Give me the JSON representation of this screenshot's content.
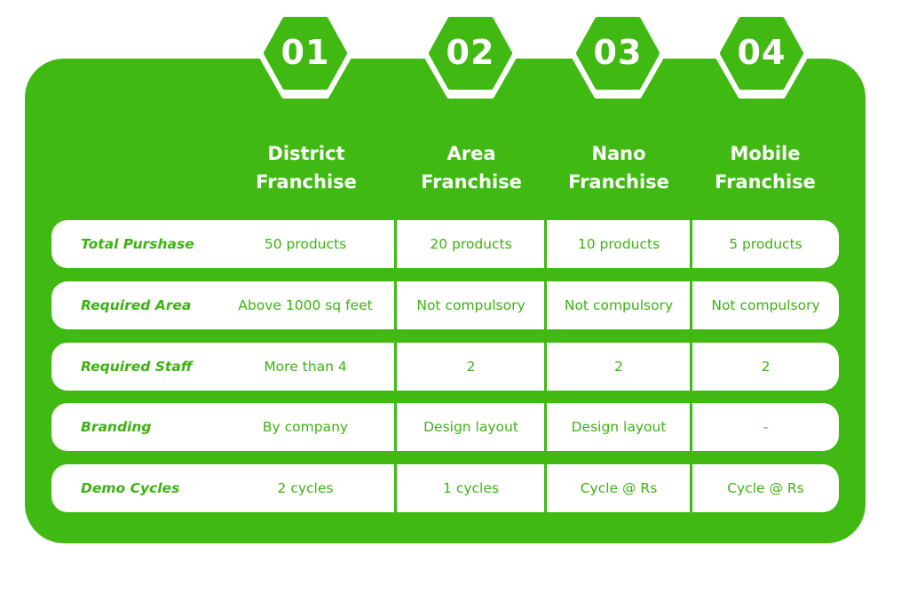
{
  "colors": {
    "brand_green": "#40b913",
    "text_green": "#3db311",
    "white": "#ffffff"
  },
  "columns": [
    {
      "number": "01",
      "title_line1": "District",
      "title_line2": "Franchise"
    },
    {
      "number": "02",
      "title_line1": "Area",
      "title_line2": "Franchise"
    },
    {
      "number": "03",
      "title_line1": "Nano",
      "title_line2": "Franchise"
    },
    {
      "number": "04",
      "title_line1": "Mobile",
      "title_line2": "Franchise"
    }
  ],
  "rows": [
    {
      "label": "Total Purshase",
      "values": [
        "50 products",
        "20 products",
        "10 products",
        "5 products"
      ]
    },
    {
      "label": "Required Area",
      "values": [
        "Above 1000 sq feet",
        "Not compulsory",
        "Not compulsory",
        "Not compulsory"
      ]
    },
    {
      "label": "Required Staff",
      "values": [
        "More than 4",
        "2",
        "2",
        "2"
      ]
    },
    {
      "label": "Branding",
      "values": [
        "By company",
        "Design layout",
        "Design layout",
        "-"
      ]
    },
    {
      "label": "Demo Cycles",
      "values": [
        "2 cycles",
        "1 cycles",
        "Cycle @ Rs",
        "Cycle @ Rs"
      ]
    }
  ]
}
